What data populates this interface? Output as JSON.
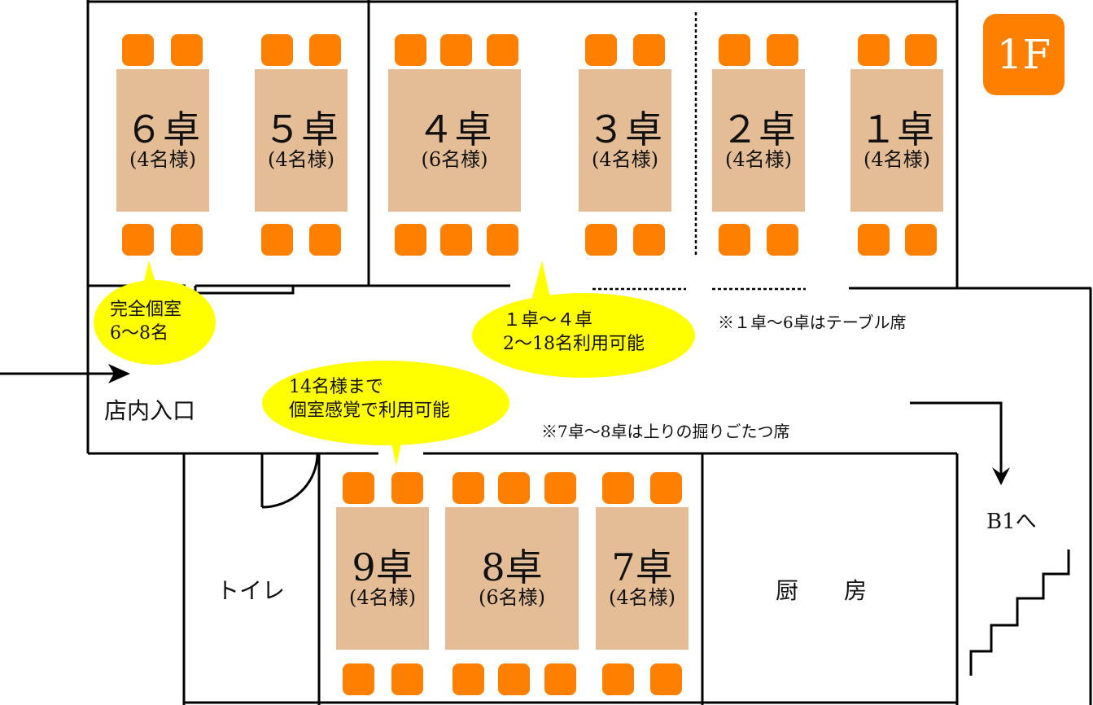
{
  "floor": "1F",
  "tables_top": [
    {
      "name": "６卓",
      "capacity": "(4名様)"
    },
    {
      "name": "５卓",
      "capacity": "(4名様)"
    },
    {
      "name": "４卓",
      "capacity": "(6名様)"
    },
    {
      "name": "３卓",
      "capacity": "(4名様)"
    },
    {
      "name": "２卓",
      "capacity": "(4名様)"
    },
    {
      "name": "１卓",
      "capacity": "(4名様)"
    }
  ],
  "tables_bottom": [
    {
      "name": "9卓",
      "capacity": "(4名様)"
    },
    {
      "name": "8卓",
      "capacity": "(6名様)"
    },
    {
      "name": "7卓",
      "capacity": "(4名様)"
    }
  ],
  "bubbles": {
    "private_room": [
      "完全個室",
      "6〜8名"
    ],
    "tables_1_4": [
      "１卓〜４卓",
      "2〜18名利用可能"
    ],
    "up_to_14": [
      "14名様まで",
      "個室感覚で利用可能"
    ]
  },
  "notes": {
    "table_seats": "※１卓〜6卓はテーブル席",
    "horigotatsu": "※7卓〜8卓は上りの掘りごたつ席"
  },
  "labels": {
    "entrance": "店内入口",
    "toilet": "トイレ",
    "kitchen": "厨　　房",
    "to_b1": "B1へ"
  },
  "colors": {
    "chair": "#ff8000",
    "table": "#e4bc96",
    "bubble": "#ffff00",
    "badge": "#ff8000"
  }
}
